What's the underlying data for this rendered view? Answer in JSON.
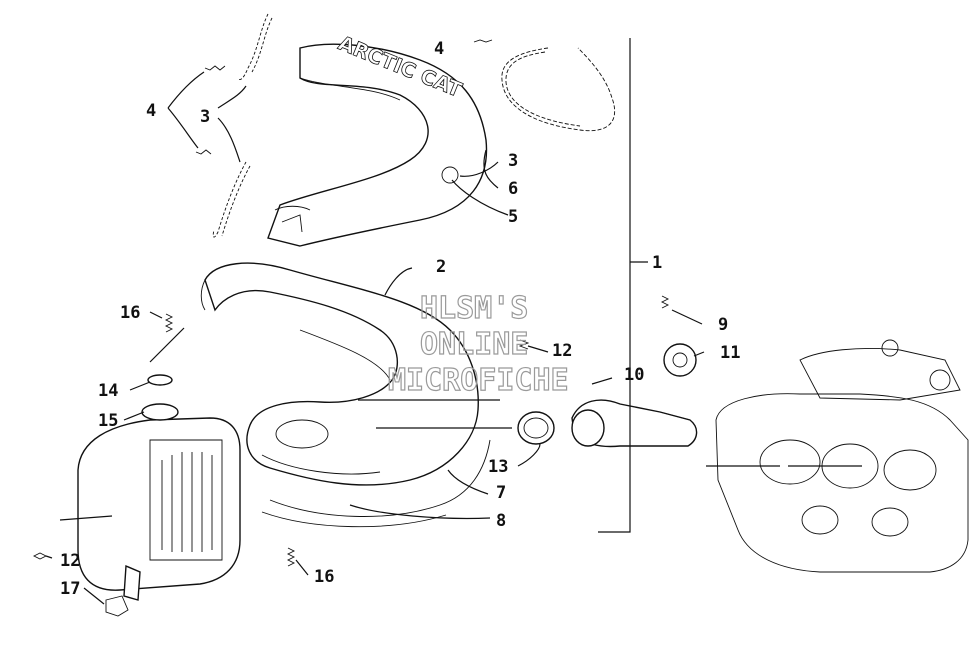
{
  "watermark": {
    "line1": "HLSM'S",
    "line2": "ONLINE",
    "line3": "MICROFICHE"
  },
  "brand_logo": "ARCTIC CAT",
  "callouts": {
    "c1": "1",
    "c2": "2",
    "c3a": "3",
    "c3b": "3",
    "c4a": "4",
    "c4b": "4",
    "c5": "5",
    "c6": "6",
    "c7": "7",
    "c8": "8",
    "c9": "9",
    "c10": "10",
    "c11": "11",
    "c12a": "12",
    "c12b": "12",
    "c13": "13",
    "c14": "14",
    "c15": "15",
    "c16a": "16",
    "c16b": "16",
    "c17": "17"
  }
}
